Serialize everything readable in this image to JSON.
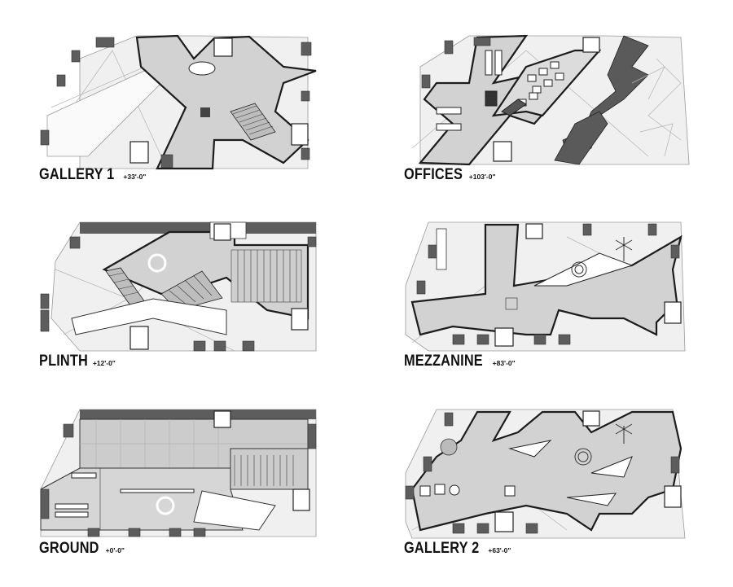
{
  "plans": [
    {
      "id": "gallery-1",
      "name": "GALLERY 1",
      "elevation": "+33'-0\""
    },
    {
      "id": "offices",
      "name": "OFFICES",
      "elevation": "+103'-0\""
    },
    {
      "id": "plinth",
      "name": "PLINTH",
      "elevation": "+12'-0\""
    },
    {
      "id": "mezzanine",
      "name": "MEZZANINE",
      "elevation": "+83'-0\""
    },
    {
      "id": "ground",
      "name": "GROUND",
      "elevation": "+0'-0\""
    },
    {
      "id": "gallery-2",
      "name": "GALLERY 2",
      "elevation": "+63'-0\""
    }
  ],
  "colors": {
    "slab_fill": "#d2d2d2",
    "wall_fill": "#5d5d5d",
    "outline": "#1c1c1c",
    "background": "#ffffff"
  }
}
